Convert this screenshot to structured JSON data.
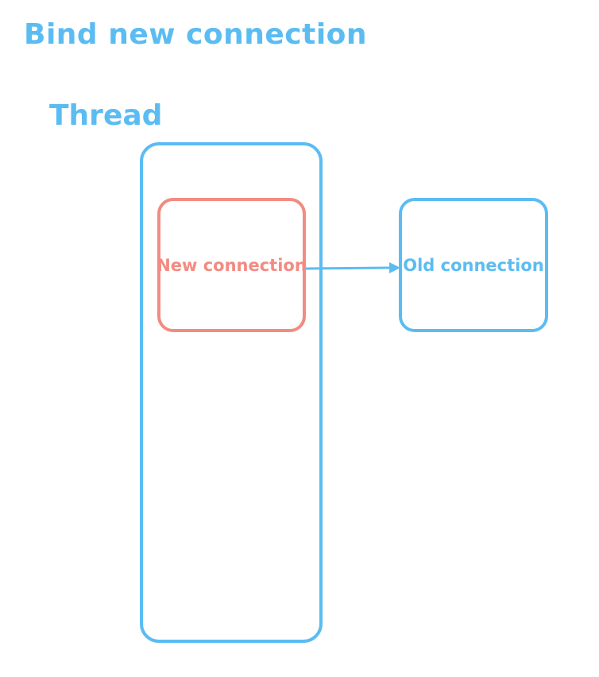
{
  "title": "Bind new connection",
  "thread": {
    "label": "Thread"
  },
  "connections": {
    "new": {
      "label": "New connection"
    },
    "old": {
      "label": "Old connection"
    }
  },
  "colors": {
    "blue": "#5bbcf2",
    "red": "#f28b82"
  }
}
